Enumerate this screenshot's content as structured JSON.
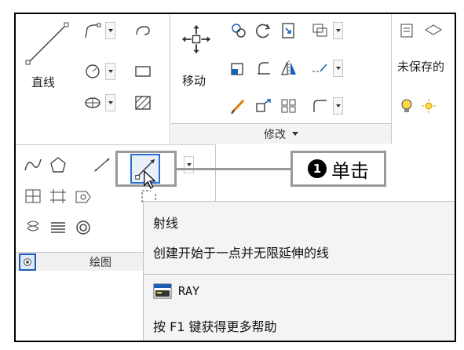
{
  "ribbon": {
    "draw_panel": {
      "line_label": "直线"
    },
    "modify_panel": {
      "move_label": "移动",
      "title": "修改"
    },
    "layers_panel": {
      "layer_state": "未保存的"
    }
  },
  "draw_flyout": {
    "title": "绘图"
  },
  "callout": {
    "number": "1",
    "text": "单击"
  },
  "tooltip": {
    "title": "射线",
    "description": "创建开始于一点并无限延伸的线",
    "command": "RAY",
    "help": "按 F1 键获得更多帮助"
  },
  "colors": {
    "highlight_blue": "#2a6fcf",
    "callout_gray": "#9a9a9a"
  },
  "icons": [
    "line-icon",
    "polyline-icon",
    "circle-icon",
    "ellipse-icon",
    "move-icon",
    "rotate-icon",
    "trim-icon",
    "copy-icon",
    "mirror-icon",
    "fillet-icon",
    "array-icon",
    "spline-icon",
    "polygon-icon",
    "construction-line-icon",
    "ray-icon",
    "hatch-icon",
    "region-icon",
    "helix-icon",
    "donut-icon",
    "layer-icon",
    "lightbulb-icon",
    "sun-icon",
    "ray-command-icon"
  ]
}
